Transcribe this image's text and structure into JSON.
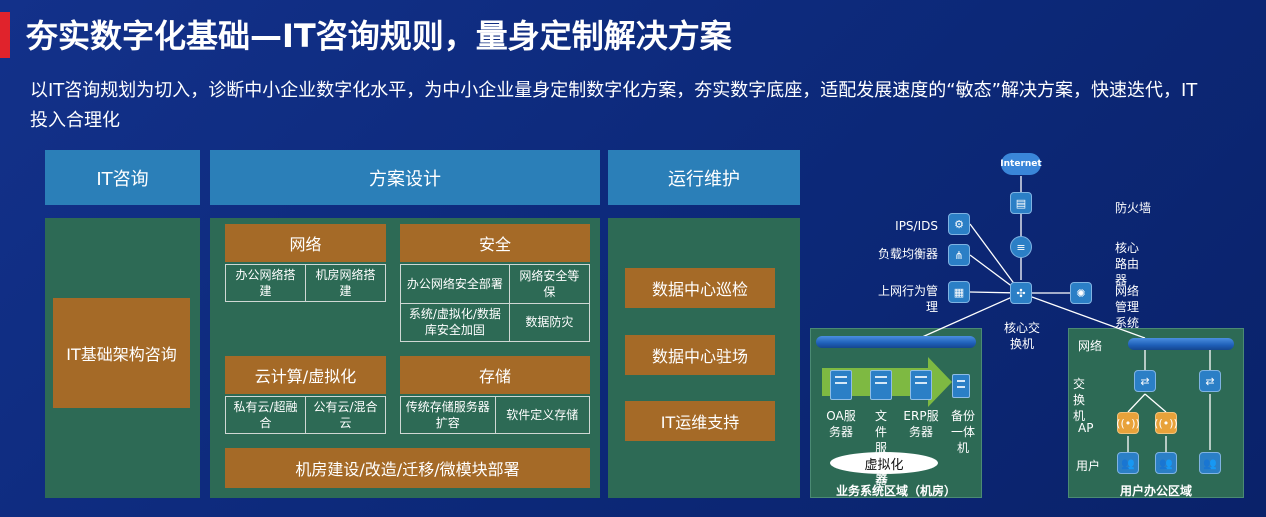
{
  "header": {
    "title": "夯实数字化基础—IT咨询规则，量身定制解决方案",
    "subtitle": "以IT咨询规划为切入，诊断中小企业数字化水平，为中小企业量身定制数字化方案，夯实数字底座，适配发展速度的“敏态”解决方案，快速迭代，IT投入合理化"
  },
  "columns": {
    "it_consult": {
      "title": "IT咨询",
      "item": "IT基础架构咨询"
    },
    "design": {
      "title": "方案设计",
      "network": {
        "title": "网络",
        "items": [
          "办公网络搭建",
          "机房网络搭建"
        ]
      },
      "security": {
        "title": "安全",
        "items": [
          "办公网络安全部署",
          "网络安全等保",
          "系统/虚拟化/数据库安全加固",
          "数据防灾"
        ]
      },
      "cloud": {
        "title": "云计算/虚拟化",
        "items": [
          "私有云/超融合",
          "公有云/混合云"
        ]
      },
      "storage": {
        "title": "存储",
        "items": [
          "传统存储服务器扩容",
          "软件定义存储"
        ]
      },
      "datacenter": "机房建设/改造/迁移/微模块部署"
    },
    "operations": {
      "title": "运行维护",
      "items": [
        "数据中心巡检",
        "数据中心驻场",
        "IT运维支持"
      ]
    }
  },
  "network_diagram": {
    "internet": "Internet",
    "firewall": "防火墙",
    "ips": "IPS/IDS",
    "load_balancer": "负载均衡器",
    "behavior_mgmt": "上网行为管理",
    "core_router": "核心路由器",
    "net_mgmt": "网络管理系统",
    "core_switch": "核心交换机",
    "left_zone": {
      "title": "业务系统区域（机房）",
      "servers": [
        "OA服务器",
        "文件服务器",
        "ERP服务器",
        "备份一体机"
      ],
      "virtualization": "虚拟化",
      "virt_suffix": "器"
    },
    "right_zone": {
      "title": "用户办公区域",
      "network": "网络",
      "switch": "交换机",
      "ap": "AP",
      "users": "用户"
    }
  }
}
